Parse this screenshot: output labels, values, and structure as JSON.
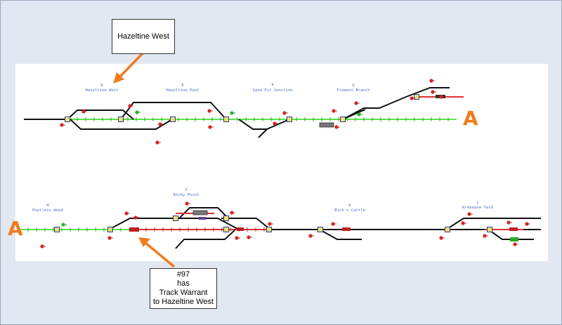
{
  "callouts": {
    "top": "Hazeltine West",
    "bottom": [
      "#97",
      "has",
      "Track Warrant",
      "to Hazeltine West"
    ]
  },
  "section_marker": "A",
  "stations_top": [
    {
      "code": "D",
      "name": "Hazeltine West"
    },
    {
      "code": "E",
      "name": "Hazeltine East"
    },
    {
      "code": "F",
      "name": "Sand Pit Junction"
    },
    {
      "code": "G",
      "name": "Fremont Branch"
    }
  ],
  "stations_bottom": [
    {
      "code": "H",
      "name": "Pootless Wood"
    },
    {
      "code": "I",
      "name": "Rocky Point"
    },
    {
      "code": "K",
      "name": "Bick's Cattle"
    },
    {
      "code": "L",
      "name": "Krebayna Yard"
    }
  ],
  "colors": {
    "accent": "#f07c1e",
    "track_default": "#111111",
    "track_clear": "#59e34a",
    "track_occupied": "#e03030",
    "signal_stop": "#e02020",
    "signal_clear": "#22bb22",
    "block_marker": "#f0e070",
    "block_border": "#2a3a9a"
  }
}
